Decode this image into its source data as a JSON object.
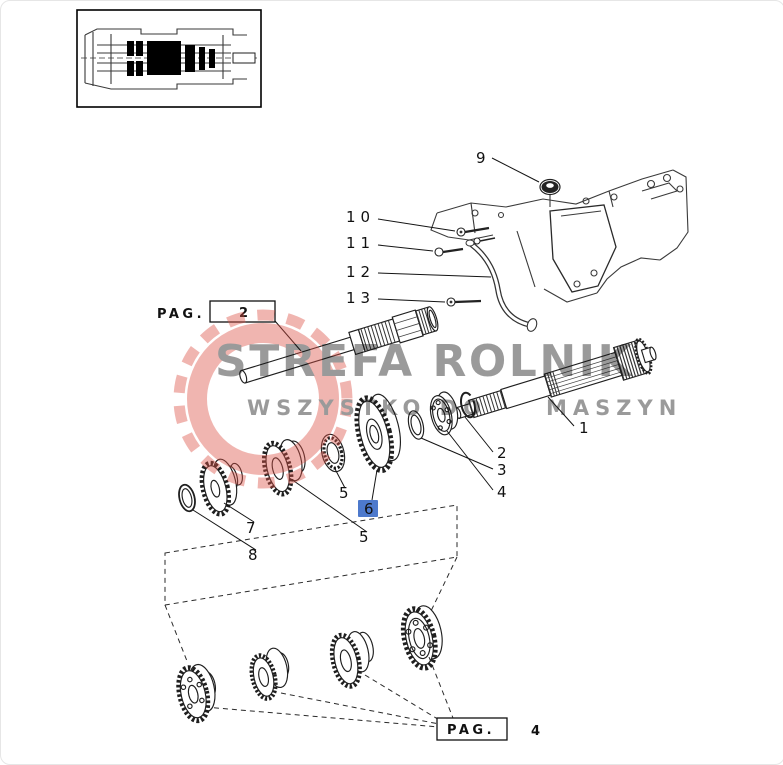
{
  "diagram": {
    "highlight_color": "#4d79cc",
    "watermark": {
      "title": "STREFA ROLNIK",
      "subtitle_left": "WSZYSTKO DO",
      "subtitle_right": "MASZYN",
      "color": "#dd5146"
    },
    "page_refs": {
      "top": {
        "label": "PAG.",
        "page": "2"
      },
      "bottom": {
        "label": "PAG.",
        "page": "4"
      }
    },
    "callouts": {
      "c1": "1",
      "c2": "2",
      "c3": "3",
      "c4": "4",
      "c5a": "5",
      "c6": "6",
      "c5b": "5",
      "c7": "7",
      "c8": "8",
      "c9": "9",
      "c10": "10",
      "c11": "11",
      "c12": "12",
      "c13": "13"
    }
  }
}
